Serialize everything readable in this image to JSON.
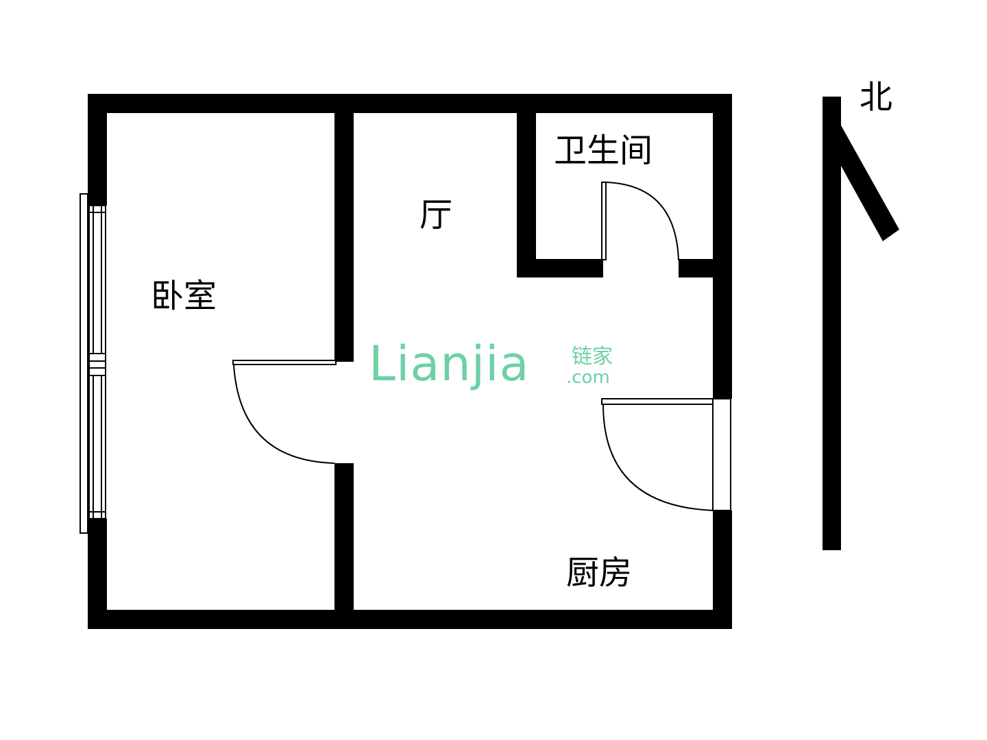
{
  "rooms": {
    "bedroom": "卧室",
    "living": "厅",
    "bathroom": "卫生间",
    "kitchen": "厨房"
  },
  "compass": {
    "north_label": "北"
  },
  "watermark": {
    "logo_text": "Lianjia",
    "chinese": "链家",
    "domain": ".com",
    "color": "#6fd0a6"
  },
  "colors": {
    "wall": "#000000",
    "background": "#ffffff",
    "line": "#000000"
  }
}
